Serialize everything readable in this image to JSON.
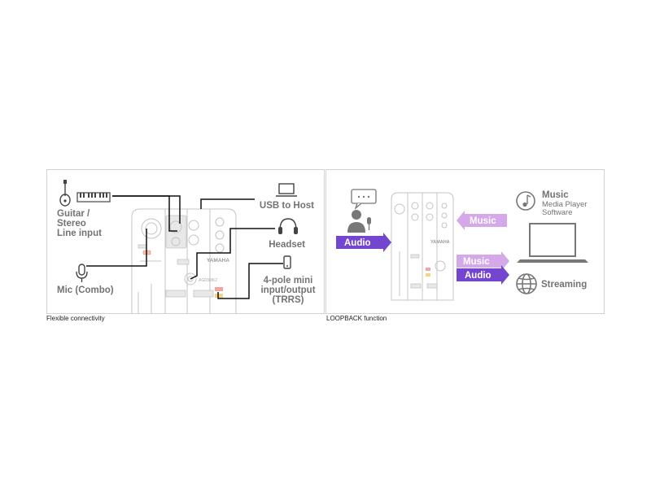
{
  "left_panel": {
    "labels": {
      "guitar": [
        "Guitar /",
        "Stereo",
        "Line input"
      ],
      "mic": "Mic (Combo)",
      "usb": "USB to Host",
      "headset": "Headset",
      "trrs": [
        "4-pole mini",
        "input/output",
        "(TRRS)"
      ]
    },
    "device_brand": "YAMAHA",
    "device_model": "AG03MK2",
    "caption": "Flexible connectivity"
  },
  "right_panel": {
    "labels": {
      "audio_in": "Audio",
      "music_in": "Music",
      "music_out": "Music",
      "audio_out": "Audio",
      "app_music_title": "Music",
      "app_music_sub1": "Media Player",
      "app_music_sub2": "Software",
      "streaming": "Streaming"
    },
    "device_brand": "YAMAHA",
    "caption": "LOOPBACK function"
  },
  "colors": {
    "arrow_dark": "#7446cf",
    "arrow_light": "#d5a8ea",
    "label_gray": "#737373",
    "device_gray": "#c4c4c4"
  },
  "icons": [
    "guitar-icon",
    "keyboard-icon",
    "mic-icon",
    "laptop-icon",
    "headphones-icon",
    "smartphone-icon",
    "person-chat-icon",
    "music-note-icon",
    "globe-icon"
  ]
}
